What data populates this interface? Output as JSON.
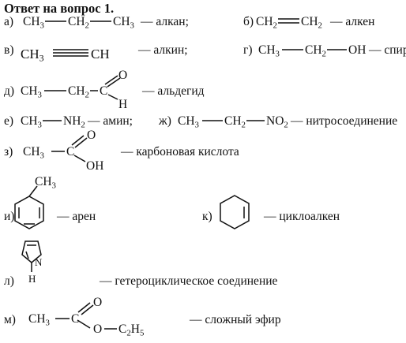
{
  "title": "Ответ на вопрос 1.",
  "items": {
    "a": {
      "letter": "а)",
      "atom1": "CH",
      "atom1_sub": "3",
      "atom2": "CH",
      "atom2_sub": "2",
      "atom3": "CH",
      "atom3_sub": "3",
      "cls": "— алкан;"
    },
    "b": {
      "letter": "б)",
      "atom1": "CH",
      "atom1_sub": "2",
      "atom2": "CH",
      "atom2_sub": "2",
      "cls": "— алкен"
    },
    "v": {
      "letter": "в)",
      "atom1": "CH",
      "atom1_sub": "3",
      "atom2": "CH",
      "cls": "— алкин;"
    },
    "g": {
      "letter": "г)",
      "atom1": "CH",
      "atom1_sub": "3",
      "atom2": "CH",
      "atom2_sub": "2",
      "atom3": "OH",
      "cls": "— спирт"
    },
    "d": {
      "letter": "д)",
      "atom1": "CH",
      "atom1_sub": "3",
      "atom2": "CH",
      "atom2_sub": "2",
      "atom3": "C",
      "atom_o": "O",
      "atom_h": "H",
      "cls": "— альдегид"
    },
    "e": {
      "letter": "е)",
      "atom1": "CH",
      "atom1_sub": "3",
      "atom2": "NH",
      "atom2_sub": "2",
      "cls": "— амин;"
    },
    "zh": {
      "letter": "ж)",
      "atom1": "CH",
      "atom1_sub": "3",
      "atom2": "CH",
      "atom2_sub": "2",
      "atom3": "NO",
      "atom3_sub": "2",
      "cls": "— нитросоединение"
    },
    "z": {
      "letter": "з)",
      "atom1": "CH",
      "atom1_sub": "3",
      "atom2": "C",
      "atom_o": "O",
      "atom_oh": "OH",
      "cls": "— карбоновая кислота"
    },
    "i": {
      "letter": "и)",
      "atom1": "CH",
      "atom1_sub": "3",
      "cls": "— арен"
    },
    "k": {
      "letter": "к)",
      "cls": "— циклоалкен"
    },
    "l": {
      "letter": "л)",
      "atom_n": "N",
      "atom_h": "H",
      "cls": "— гетероциклическое соединение"
    },
    "m": {
      "letter": "м)",
      "atom1": "CH",
      "atom1_sub": "3",
      "atom2": "C",
      "atom_o": "O",
      "atom_o2": "O",
      "atom3": "C",
      "atom3_sub": "2",
      "atom3b": "H",
      "atom3b_sub": "5",
      "cls": "— сложный эфир"
    }
  }
}
